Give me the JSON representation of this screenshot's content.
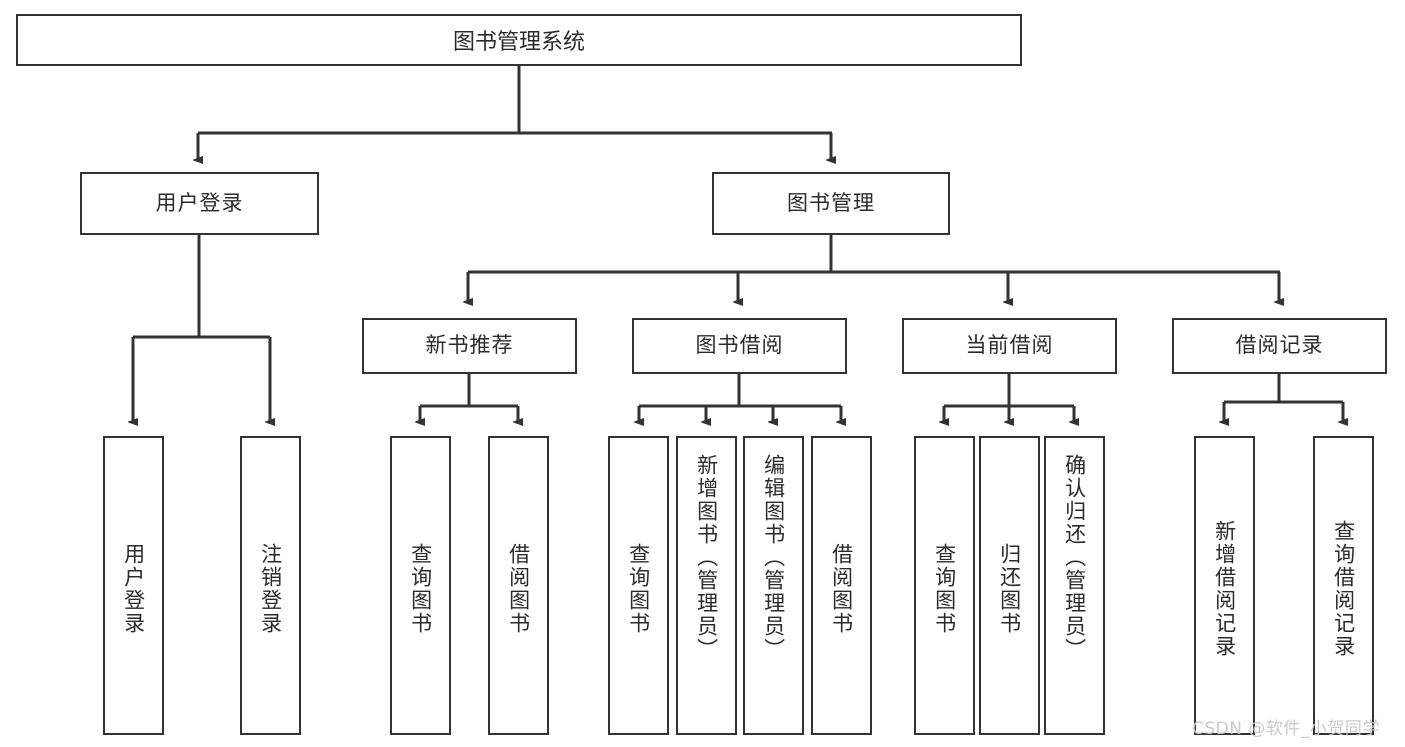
{
  "diagram": {
    "type": "tree-hierarchy",
    "title": "图书管理系统",
    "root": {
      "label": "图书管理系统"
    },
    "level1": [
      {
        "id": "user-login",
        "label": "用户登录"
      },
      {
        "id": "book-manage",
        "label": "图书管理"
      }
    ],
    "level2": [
      {
        "id": "new-book-recommend",
        "label": "新书推荐",
        "parent": "book-manage"
      },
      {
        "id": "book-borrow",
        "label": "图书借阅",
        "parent": "book-manage"
      },
      {
        "id": "current-borrow",
        "label": "当前借阅",
        "parent": "book-manage"
      },
      {
        "id": "borrow-record",
        "label": "借阅记录",
        "parent": "book-manage"
      }
    ],
    "leaves": {
      "user_login": [
        {
          "id": "leaf-user-login",
          "label": "用户登录"
        },
        {
          "id": "leaf-logout",
          "label": "注销登录"
        }
      ],
      "new_book_recommend": [
        {
          "id": "leaf-query-book-1",
          "label": "查询图书"
        },
        {
          "id": "leaf-borrow-book-1",
          "label": "借阅图书"
        }
      ],
      "book_borrow": [
        {
          "id": "leaf-query-book-2",
          "label": "查询图书"
        },
        {
          "id": "leaf-add-book",
          "label": "新增图书（管理员）"
        },
        {
          "id": "leaf-edit-book",
          "label": "编辑图书（管理员）"
        },
        {
          "id": "leaf-borrow-book-2",
          "label": "借阅图书"
        }
      ],
      "current_borrow": [
        {
          "id": "leaf-query-book-3",
          "label": "查询图书"
        },
        {
          "id": "leaf-return-book",
          "label": "归还图书"
        },
        {
          "id": "leaf-confirm-return",
          "label": "确认归还（管理员）"
        }
      ],
      "borrow_record": [
        {
          "id": "leaf-add-record",
          "label": "新增借阅记录"
        },
        {
          "id": "leaf-query-record",
          "label": "查询借阅记录"
        }
      ]
    },
    "colors": {
      "border": "#333333",
      "text": "#2b2b2b",
      "background": "#ffffff",
      "connector": "#333333",
      "watermark": "#c9c9c9"
    }
  },
  "watermark": {
    "text": "CSDN @软件_小贺同学"
  }
}
